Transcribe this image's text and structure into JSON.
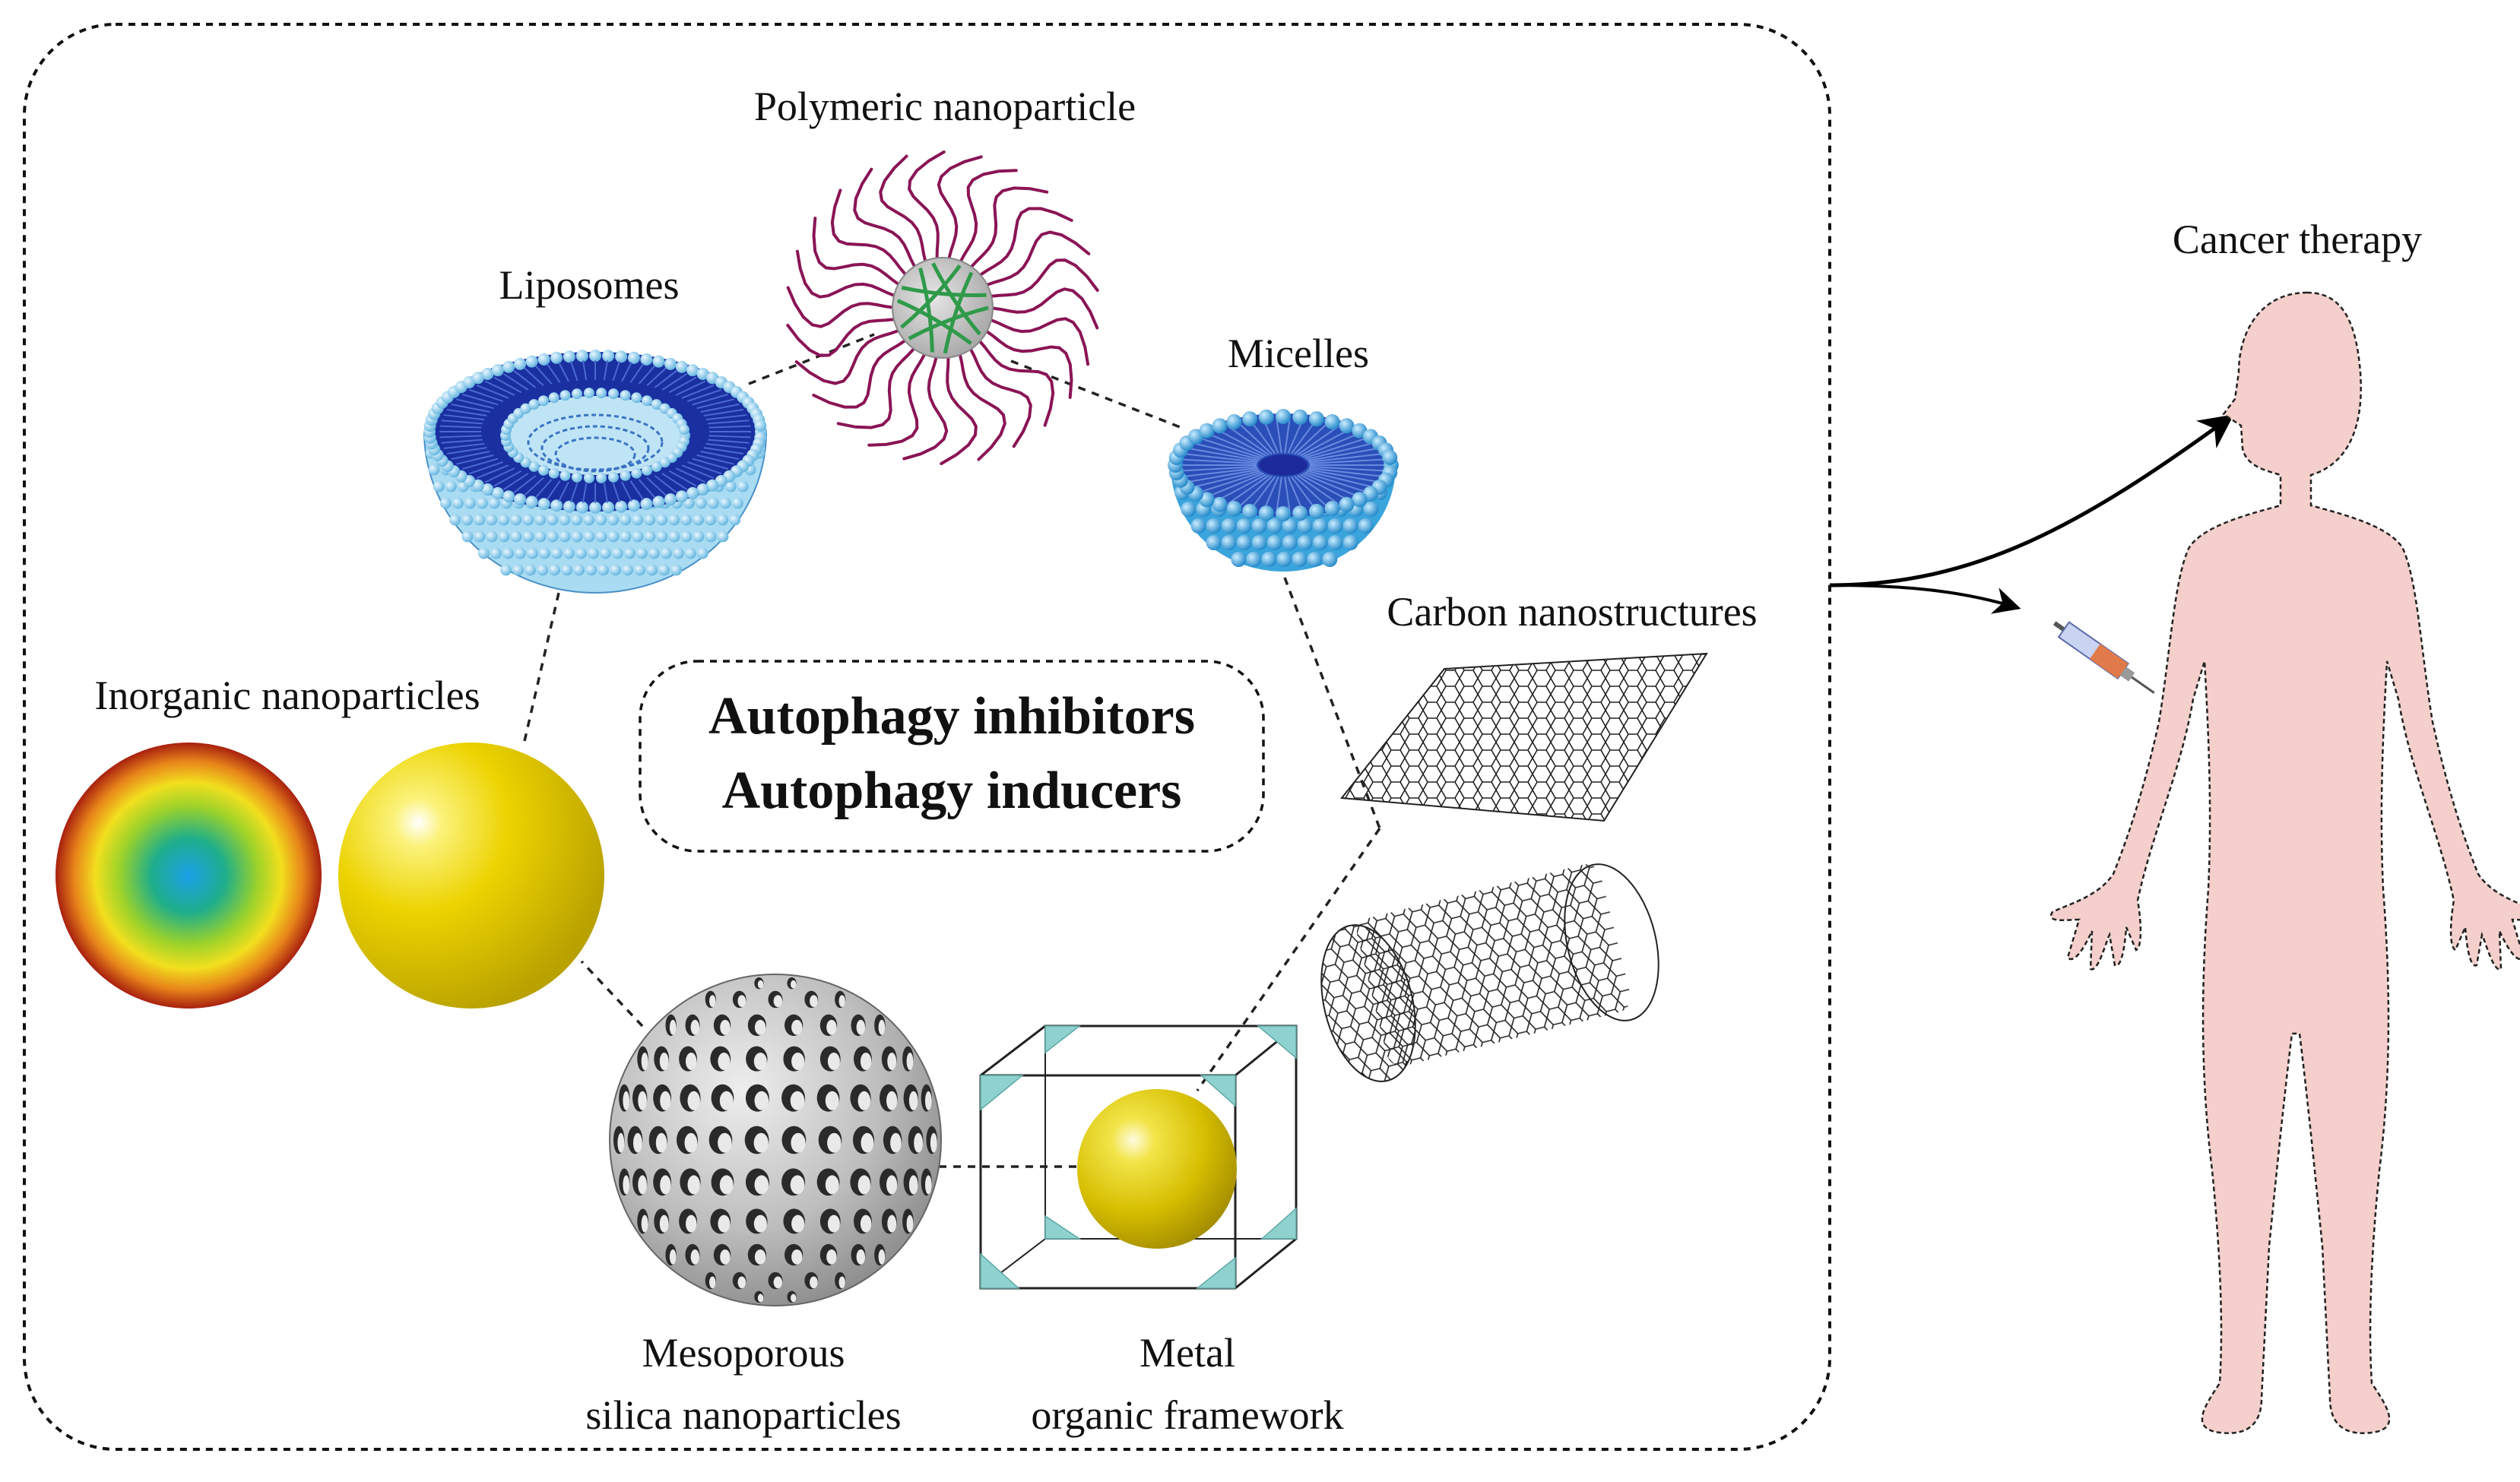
{
  "labels": {
    "polymeric": "Polymeric nanoparticle",
    "liposomes": "Liposomes",
    "micelles": "Micelles",
    "carbon": "Carbon nanostructures",
    "inorganic": "Inorganic nanoparticles",
    "mesoporous_line1": "Mesoporous",
    "mesoporous_line2": "silica nanoparticles",
    "mof_line1": "Metal",
    "mof_line2": "organic framework",
    "cancer": "Cancer therapy"
  },
  "center": {
    "line1": "Autophagy inhibitors",
    "line2": "Autophagy inducers"
  },
  "colors": {
    "liposome_dark": "#1a2fa0",
    "liposome_light": "#6fc6ea",
    "micelle_core": "#1c2a9a",
    "micelle_bead": "#2f9fd8",
    "polymer_strand": "#8a1456",
    "polymer_core": "#bfbfbf",
    "polymer_mesh": "#2f9a4a",
    "gold": "#e3c800",
    "silica": "#b9b9b9",
    "mof_corner": "#8fd1cf",
    "skin": "#f4cfcb"
  }
}
